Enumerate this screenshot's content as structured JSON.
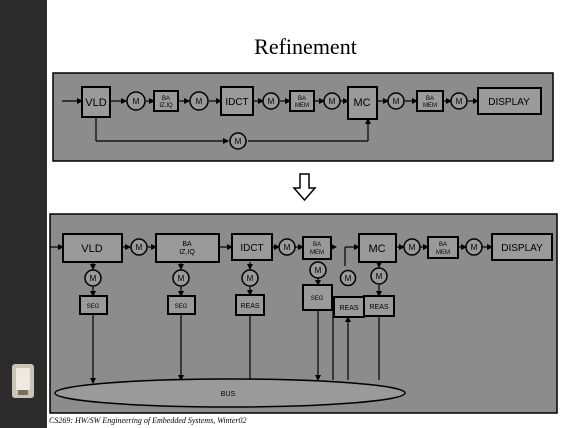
{
  "slide": {
    "title": "Refinement",
    "footer": "CS269: HW/SW Engineering of Embedded Systems, Winter02"
  },
  "top_pipeline": {
    "m_label": "M",
    "vld": "VLD",
    "ba_iziq": [
      "BA",
      "IZ,IQ"
    ],
    "idct": "IDCT",
    "ba_mem": [
      "BA",
      "MEM"
    ],
    "mc": "MC",
    "ba_mem2": [
      "BA",
      "MEM"
    ],
    "display": "DISPLAY"
  },
  "refined": {
    "m_label": "M",
    "vld": "VLD",
    "ba_iziq": [
      "BA",
      "IZ,IQ"
    ],
    "idct": "IDCT",
    "ba_mem": [
      "BA",
      "MEM"
    ],
    "mc": "MC",
    "ba_mem2": [
      "BA",
      "MEM"
    ],
    "display": "DISPLAY",
    "seg": "SEG",
    "reas": "REAS",
    "bus": "BUS"
  },
  "colors": {
    "sidebar": "#2b2b2b",
    "panel": "#8c8c8c",
    "box": "#9a9a9a",
    "stroke": "#000000"
  },
  "icons": [
    "refinement-arrow-icon",
    "logo-icon"
  ]
}
